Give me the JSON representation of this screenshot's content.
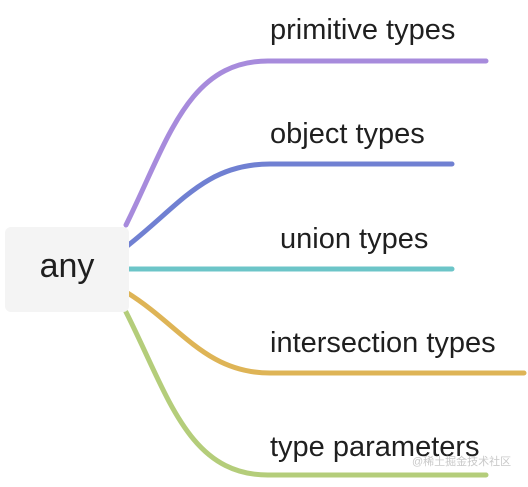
{
  "root": {
    "label": "any"
  },
  "branches": [
    {
      "label": "primitive types",
      "color": "#a78bdc"
    },
    {
      "label": "object types",
      "color": "#7080d2"
    },
    {
      "label": "union types",
      "color": "#6cc5c8"
    },
    {
      "label": "intersection types",
      "color": "#deb456"
    },
    {
      "label": "type parameters",
      "color": "#b4cd7a"
    }
  ],
  "watermark": "@稀土掘金技术社区"
}
